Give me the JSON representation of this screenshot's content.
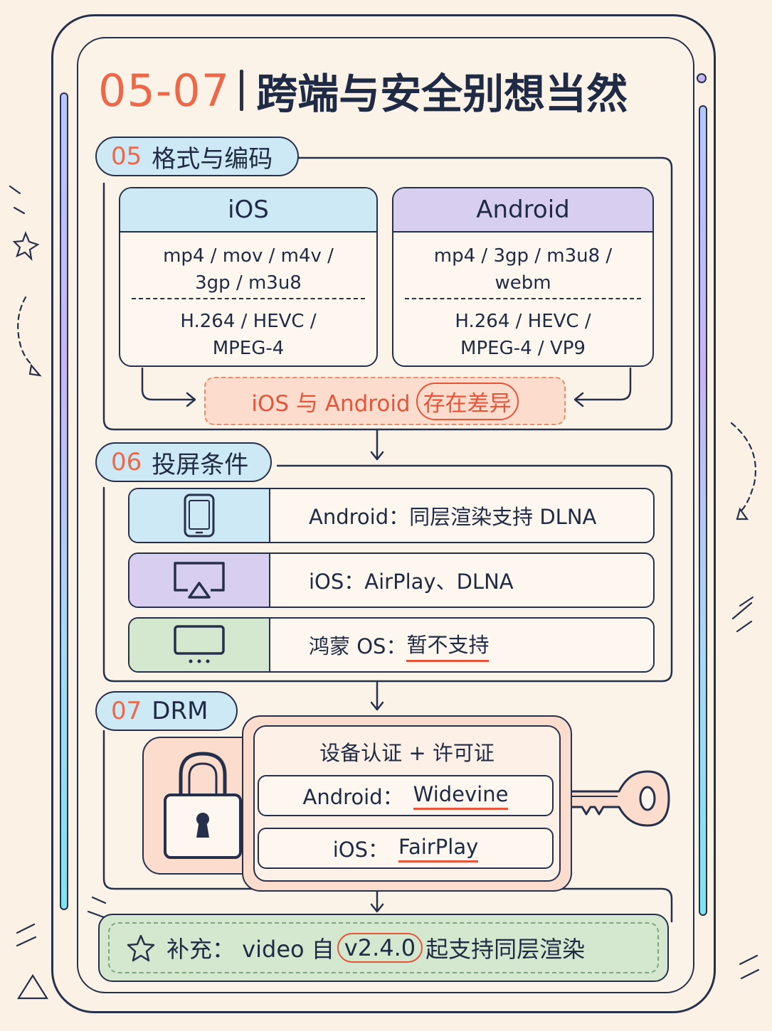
{
  "title": {
    "number": "05-07",
    "text": "跨端与安全别想当然"
  },
  "section05": {
    "num": "05",
    "label": "格式与编码",
    "ios": {
      "name": "iOS",
      "formats_line1": "mp4 / mov / m4v /",
      "formats_line2": "3gp / m3u8",
      "codecs_line1": "H.264 / HEVC /",
      "codecs_line2": "MPEG-4"
    },
    "android": {
      "name": "Android",
      "formats_line1": "mp4 / 3gp / m3u8 /",
      "formats_line2": "webm",
      "codecs_line1": "H.264 / HEVC /",
      "codecs_line2": "MPEG-4 / VP9"
    },
    "diff_prefix": "iOS 与 Android",
    "diff_highlight": "存在差异"
  },
  "section06": {
    "num": "06",
    "label": "投屏条件",
    "rows": [
      {
        "icon": "smartphone-icon",
        "prefix": "Android：同层渲染支持 DLNA",
        "emph": ""
      },
      {
        "icon": "airplay-icon",
        "prefix": "iOS：AirPlay、DLNA",
        "emph": ""
      },
      {
        "icon": "tv-monitor-icon",
        "prefix": "鸿蒙 OS：",
        "emph": "暂不支持"
      }
    ]
  },
  "section07": {
    "num": "07",
    "label": "DRM",
    "heading": "设备认证 + 许可证",
    "android_prefix": "Android：",
    "android_value": "Widevine",
    "ios_prefix": "iOS：",
    "ios_value": "FairPlay"
  },
  "note": {
    "prefix": "补充：  video 自",
    "version": "v2.4.0",
    "suffix": "起支持同层渲染"
  },
  "colors": {
    "accent": "#ec6848",
    "ink": "#27304a",
    "blue": "#cde9f5",
    "purple": "#d8cff0",
    "green": "#d4e8cf",
    "peach": "#fbdccd",
    "background": "#fbf1e5"
  }
}
